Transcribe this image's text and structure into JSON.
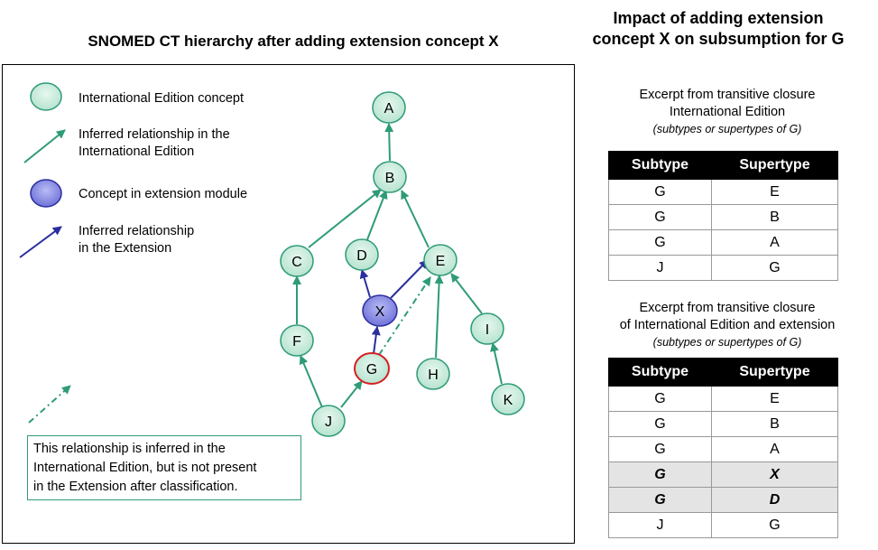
{
  "left_title": "SNOMED CT hierarchy after adding extension concept X",
  "right_title_line1": "Impact of adding extension",
  "right_title_line2": "concept X on subsumption for G",
  "legend": {
    "intl_concept": "International Edition concept",
    "intl_rel_line1": "Inferred relationship in the",
    "intl_rel_line2": "International Edition",
    "ext_concept": "Concept in extension module",
    "ext_rel_line1": "Inferred relationship",
    "ext_rel_line2": "in the Extension"
  },
  "note": {
    "line1": "This relationship is inferred in the",
    "line2": "International Edition, but is not present",
    "line3": "in the Extension after classification."
  },
  "nodes": {
    "A": "A",
    "B": "B",
    "C": "C",
    "D": "D",
    "E": "E",
    "X": "X",
    "F": "F",
    "G": "G",
    "H": "H",
    "I": "I",
    "J": "J",
    "K": "K"
  },
  "excerpt1": {
    "line1": "Excerpt from transitive closure",
    "line2": "International Edition",
    "note": "(subtypes or supertypes of G)",
    "headers": [
      "Subtype",
      "Supertype"
    ],
    "rows": [
      [
        "G",
        "E"
      ],
      [
        "G",
        "B"
      ],
      [
        "G",
        "A"
      ],
      [
        "J",
        "G"
      ]
    ]
  },
  "excerpt2": {
    "line1": "Excerpt from transitive closure",
    "line2": "of International Edition and extension",
    "note": "(subtypes or supertypes of G)",
    "headers": [
      "Subtype",
      "Supertype"
    ],
    "rows": [
      [
        "G",
        "E"
      ],
      [
        "G",
        "B"
      ],
      [
        "G",
        "A"
      ],
      [
        "G",
        "X"
      ],
      [
        "G",
        "D"
      ],
      [
        "J",
        "G"
      ]
    ]
  },
  "colors": {
    "intl_fill": "#c9ebdc",
    "intl_stroke": "#2e9b78",
    "ext_fill": "#7f82e0",
    "ext_stroke": "#2b2e9e",
    "g_stroke": "#d42020"
  }
}
